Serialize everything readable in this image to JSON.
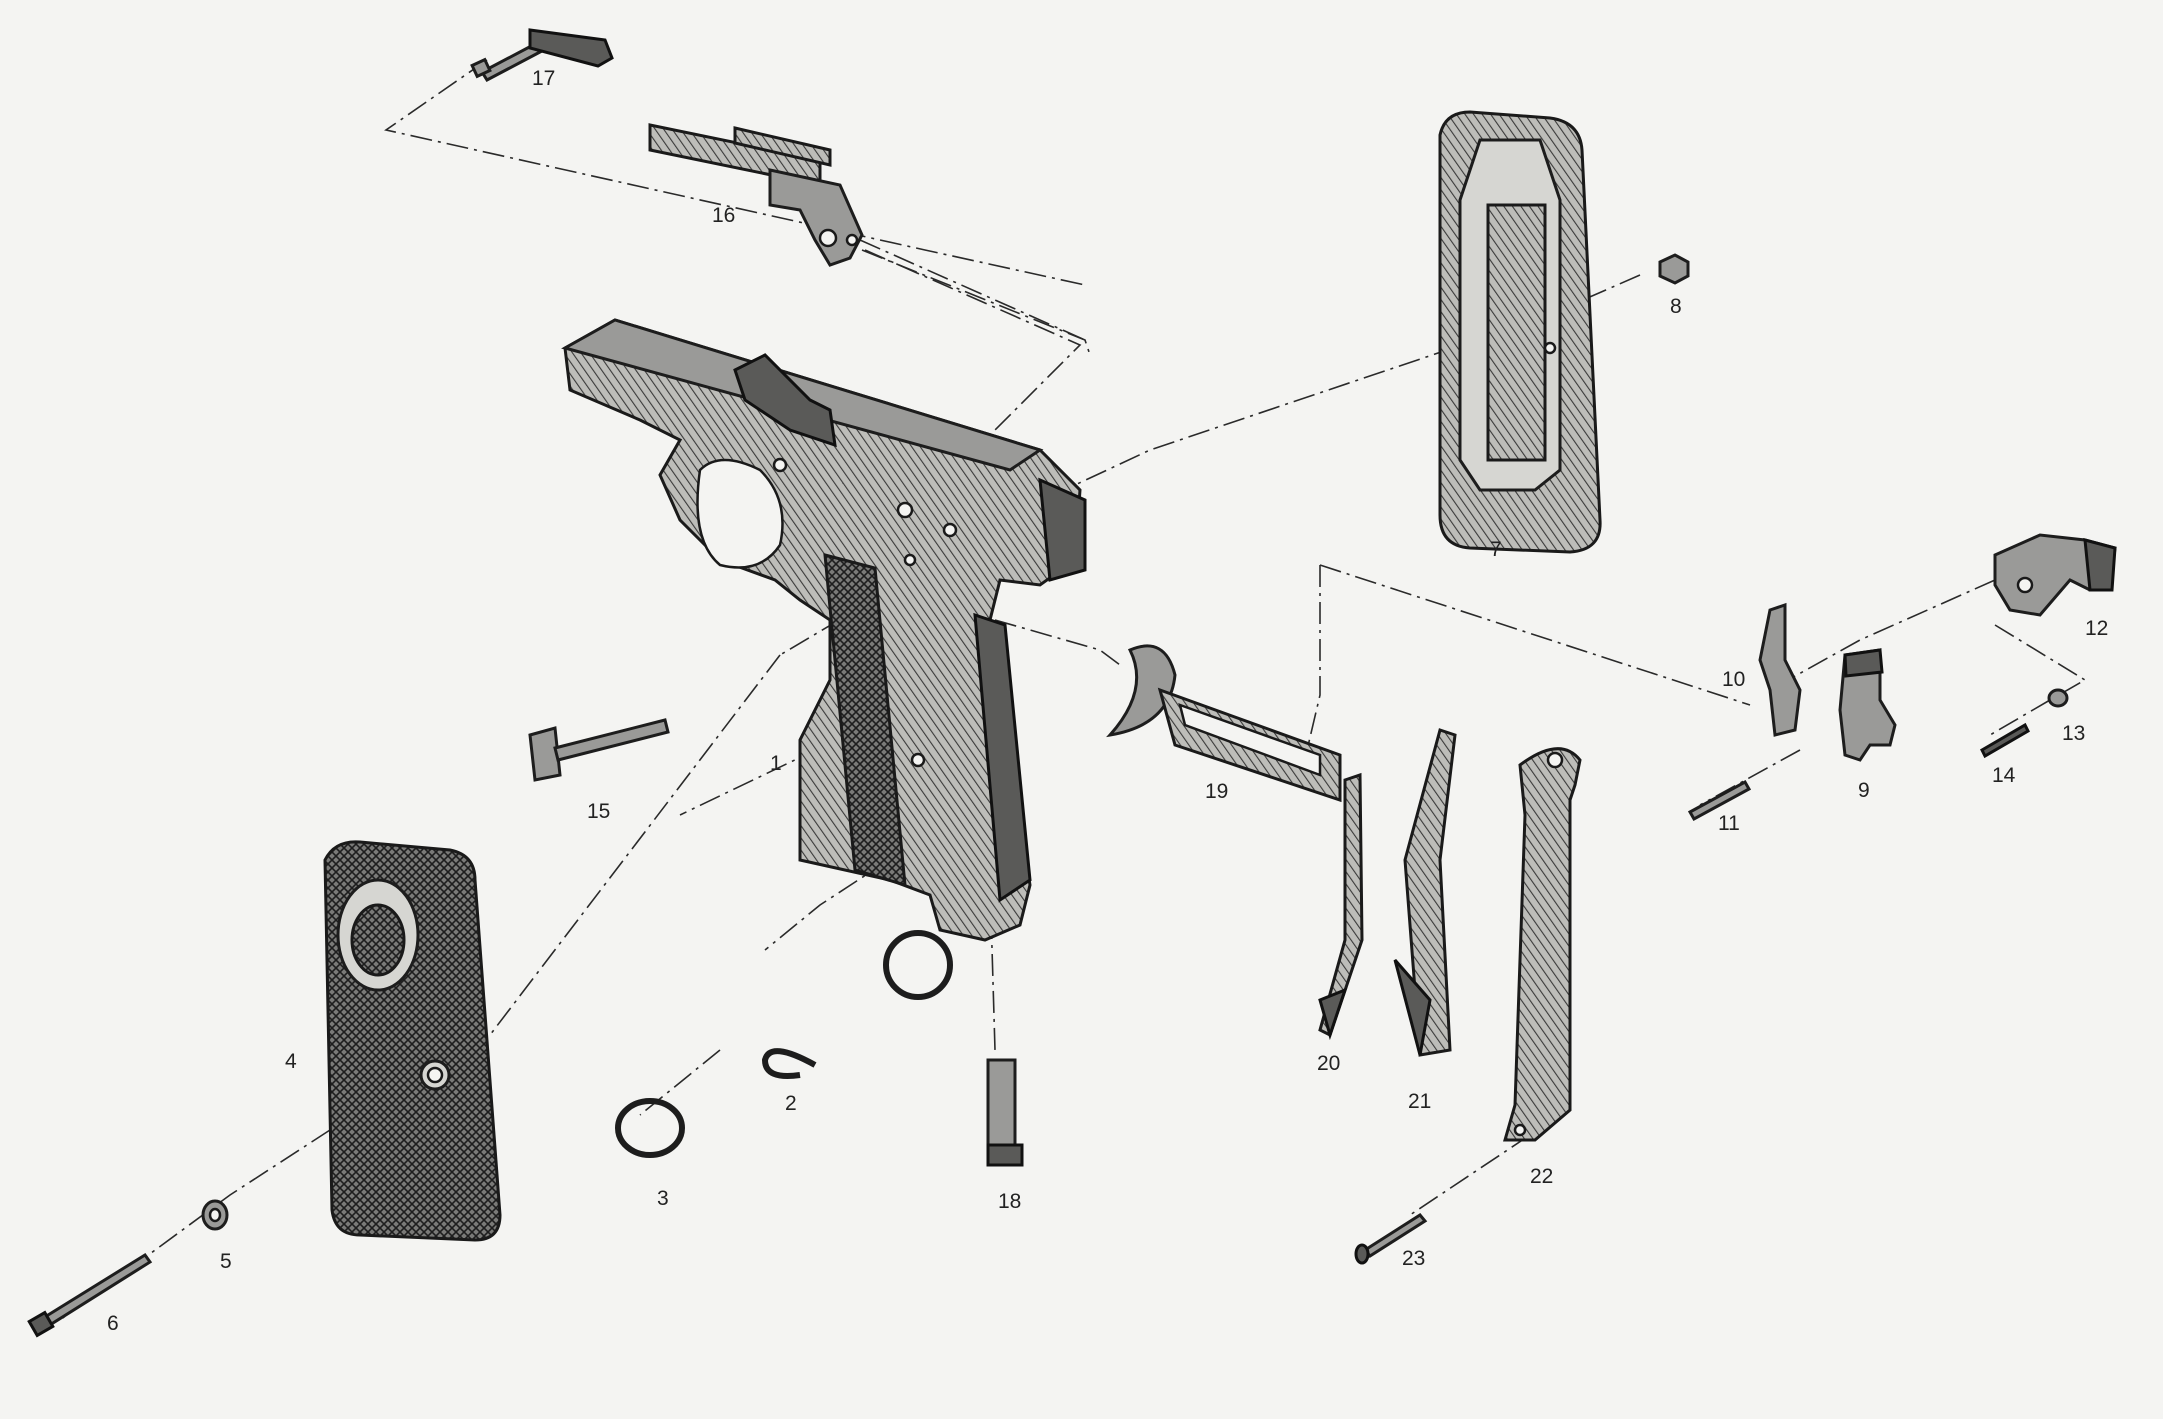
{
  "diagram": {
    "parts": [
      {
        "key": "p1",
        "label": "1"
      },
      {
        "key": "p2",
        "label": "2"
      },
      {
        "key": "p3",
        "label": "3"
      },
      {
        "key": "p4",
        "label": "4"
      },
      {
        "key": "p5",
        "label": "5"
      },
      {
        "key": "p6",
        "label": "6"
      },
      {
        "key": "p7",
        "label": "7"
      },
      {
        "key": "p8",
        "label": "8"
      },
      {
        "key": "p9",
        "label": "9"
      },
      {
        "key": "p10",
        "label": "10"
      },
      {
        "key": "p11",
        "label": "11"
      },
      {
        "key": "p12",
        "label": "12"
      },
      {
        "key": "p13",
        "label": "13"
      },
      {
        "key": "p14",
        "label": "14"
      },
      {
        "key": "p15",
        "label": "15"
      },
      {
        "key": "p16",
        "label": "16"
      },
      {
        "key": "p17",
        "label": "17"
      },
      {
        "key": "p18",
        "label": "18"
      },
      {
        "key": "p19",
        "label": "19"
      },
      {
        "key": "p20",
        "label": "20"
      },
      {
        "key": "p21",
        "label": "21"
      },
      {
        "key": "p22",
        "label": "22"
      },
      {
        "key": "p23",
        "label": "23"
      }
    ]
  }
}
